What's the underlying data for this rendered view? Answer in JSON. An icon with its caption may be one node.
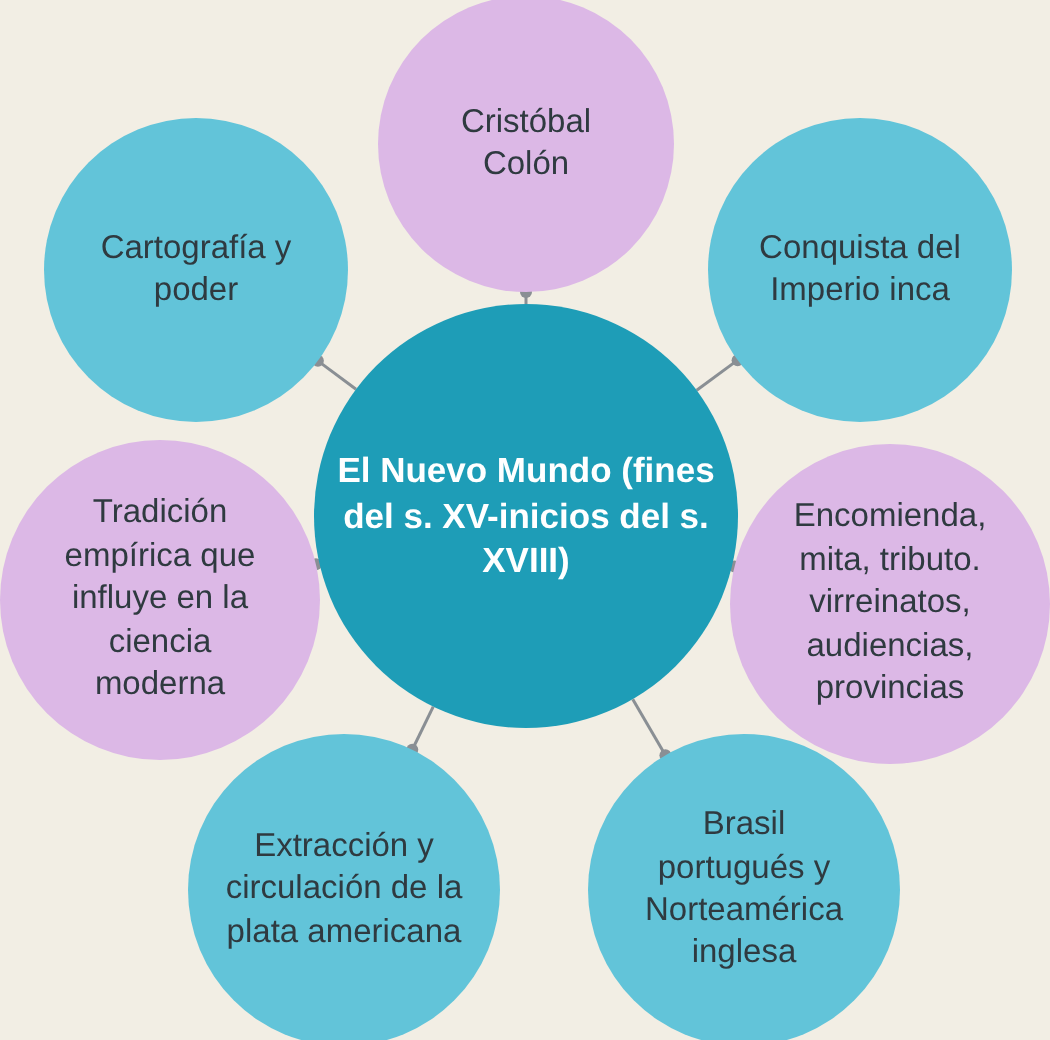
{
  "diagram": {
    "nodes": [
      {
        "text": [
          "El Nuevo Mundo (fines del s. XV-inicios del s. XVIII)"
        ]
      },
      {
        "text": [
          "Cristóbal Colón"
        ]
      },
      {
        "text": [
          "Cartografía y poder"
        ]
      },
      {
        "text": [
          "Conquista del Imperio inca"
        ]
      },
      {
        "text": [
          "Tradición empírica que influye en la ciencia moderna"
        ]
      },
      {
        "text": [
          "Encomienda, mita, tributo. virreinatos, audiencias, provincias"
        ]
      },
      {
        "text": [
          "Extracción y circulación de la plata americana"
        ]
      },
      {
        "text": [
          "Brasil portugués y Norteamérica inglesa"
        ]
      }
    ],
    "edges": [
      {
        "from": 0,
        "to": 1,
        "arrow": "other"
      },
      {
        "from": 0,
        "to": 2,
        "arrow": "other"
      },
      {
        "from": 0,
        "to": 3,
        "arrow": "other"
      },
      {
        "from": 0,
        "to": 4,
        "arrow": "other"
      },
      {
        "from": 0,
        "to": 5,
        "arrow": "other"
      },
      {
        "from": 0,
        "to": 6,
        "arrow": "other"
      },
      {
        "from": 0,
        "to": 7,
        "arrow": "other"
      }
    ]
  }
}
